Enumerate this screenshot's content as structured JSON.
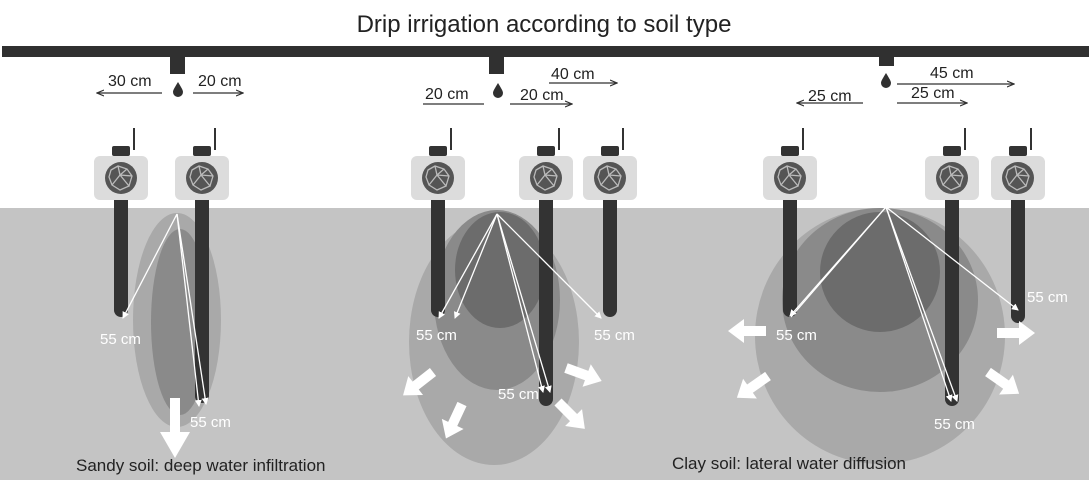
{
  "title": "Drip irrigation according to soil type",
  "colors": {
    "pipe": "#303030",
    "soil": "#c4c4c4",
    "bulb_outer": "#a9a9a9",
    "bulb_mid": "#8a8a8a",
    "bulb_inner": "#6c6c6c",
    "probe": "#333333",
    "sensor_box": "#dcdcdc",
    "arrow": "#ffffff"
  },
  "emitters": [
    {
      "left_label": "30 cm",
      "right_label": "20 cm"
    },
    {
      "left_label": "20 cm",
      "right_top_label": "40 cm",
      "right_bottom_label": "20 cm"
    },
    {
      "left_label": "25 cm",
      "right_top_label": "45 cm",
      "right_bottom_label": "25 cm"
    }
  ],
  "depth_labels": {
    "sandy_left": "55 cm",
    "sandy_right": "55 cm",
    "loam_left": "55 cm",
    "loam_center": "55 cm",
    "loam_right": "55 cm",
    "clay_left": "55 cm",
    "clay_center": "55 cm",
    "clay_right": "55 cm"
  },
  "captions": {
    "sandy": "Sandy soil: deep water infiltration",
    "clay": "Clay soil: lateral water diffusion"
  },
  "icons": [
    "water-drop-icon",
    "soil-moisture-sensor-icon",
    "flow-arrow-icon"
  ]
}
